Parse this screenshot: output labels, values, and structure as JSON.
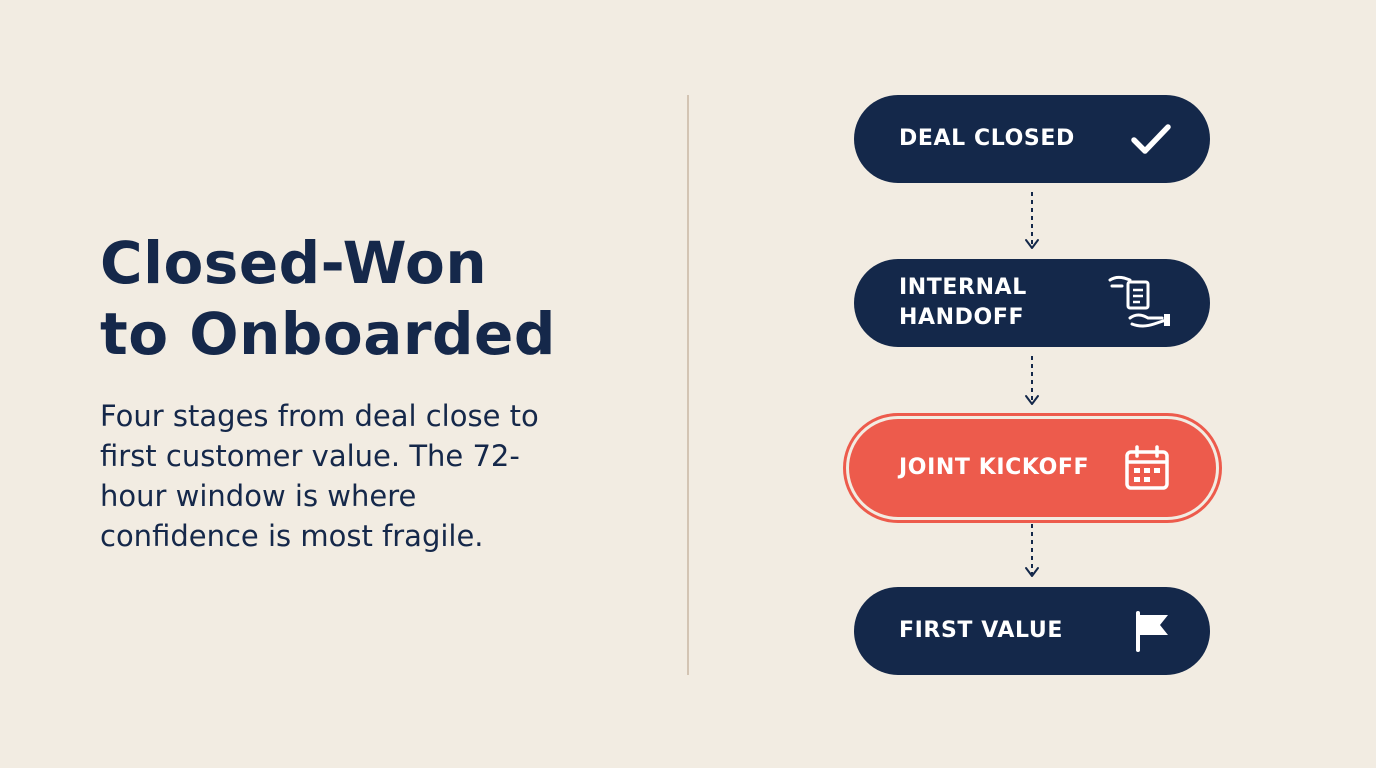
{
  "heading": {
    "title_line1": "Closed-Won",
    "title_line2": "to Onboarded",
    "subtitle": "Four stages from deal close to first customer value. The 72-hour window is where confidence is most fragile."
  },
  "stages": [
    {
      "label": "DEAL CLOSED",
      "icon": "checkmark-icon",
      "highlighted": false
    },
    {
      "label_line1": "INTERNAL",
      "label_line2": "HANDOFF",
      "icon": "document-handoff-icon",
      "highlighted": false
    },
    {
      "label": "JOINT KICKOFF",
      "icon": "calendar-icon",
      "highlighted": true
    },
    {
      "label": "FIRST VALUE",
      "icon": "flag-icon",
      "highlighted": false
    }
  ],
  "colors": {
    "background": "#f2ece2",
    "navy": "#14284a",
    "accent": "#ed5b4c",
    "divider": "#d3c4b3"
  }
}
